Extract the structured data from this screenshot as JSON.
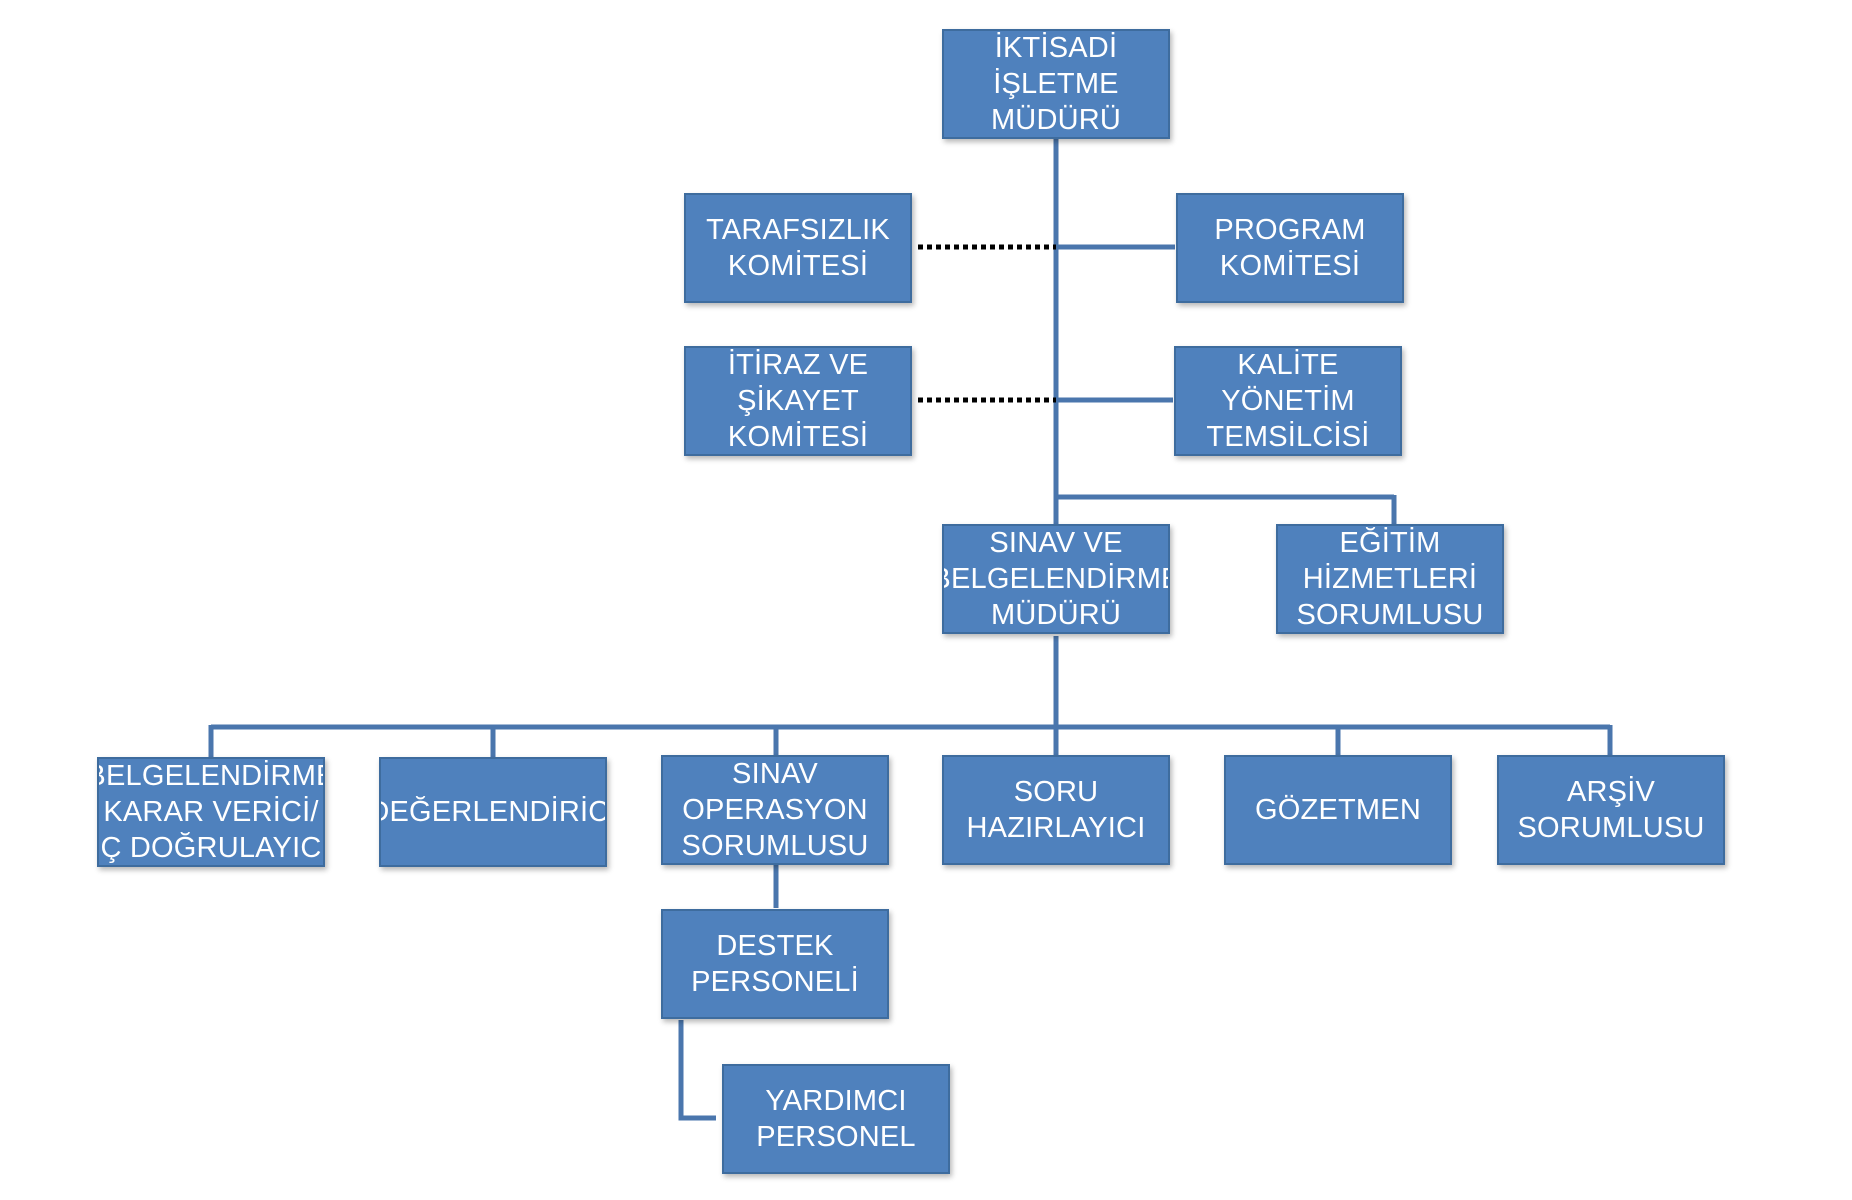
{
  "colors": {
    "box_fill": "#4F81BD",
    "box_border": "#3E6C9E",
    "connector": "#4A76AD",
    "dotted_connector": "#000000",
    "text": "#FFFFFF"
  },
  "nodes": {
    "iktisadi_isletme_muduru": "İKTİSADİ\nİŞLETME\nMÜDÜRÜ",
    "tarafsizlik_komitesi": "TARAFSIZLIK\nKOMİTESİ",
    "program_komitesi": "PROGRAM\nKOMİTESİ",
    "itiraz_ve_sikayet_komitesi": "İTİRAZ VE\nŞİKAYET\nKOMİTESİ",
    "kalite_yonetim_temsilcisi": "KALİTE YÖNETİM\nTEMSİLCİSİ",
    "sinav_ve_belgelendirme_muduru": "SINAV VE\nBELGELENDİRME\nMÜDÜRÜ",
    "egitim_hizmetleri_sorumlusu": "EĞİTİM\nHİZMETLERİ\nSORUMLUSU",
    "belgelendirme_karar_verici": "BELGELENDİRME\nKARAR VERİCİ/\nİÇ DOĞRULAYICI",
    "degerlendirici": "DEĞERLENDİRİCİ",
    "sinav_operasyon_sorumlusu": "SINAV\nOPERASYON\nSORUMLUSU",
    "soru_hazirlayici": "SORU\nHAZIRLAYICI",
    "gozetmen": "GÖZETMEN",
    "arsiv_sorumlusu": "ARŞİV\nSORUMLUSU",
    "destek_personeli": "DESTEK\nPERSONELİ",
    "yardimci_personel": "YARDIMCI\nPERSONEL"
  }
}
